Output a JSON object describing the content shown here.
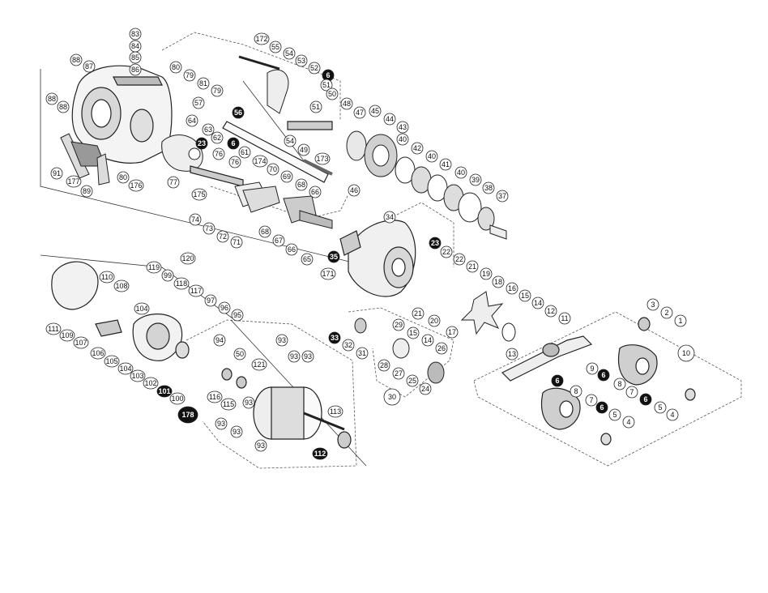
{
  "diagram": {
    "part_labels": [
      {
        "n": "172"
      },
      {
        "n": "55"
      },
      {
        "n": "54"
      },
      {
        "n": "53"
      },
      {
        "n": "52"
      },
      {
        "n": "6",
        "filled": true
      },
      {
        "n": "51"
      },
      {
        "n": "50"
      },
      {
        "n": "51"
      },
      {
        "n": "83"
      },
      {
        "n": "84"
      },
      {
        "n": "85"
      },
      {
        "n": "86"
      },
      {
        "n": "88"
      },
      {
        "n": "87"
      },
      {
        "n": "80"
      },
      {
        "n": "79"
      },
      {
        "n": "81"
      },
      {
        "n": "79"
      },
      {
        "n": "88"
      },
      {
        "n": "88"
      },
      {
        "n": "57"
      },
      {
        "n": "56",
        "filled": true
      },
      {
        "n": "64"
      },
      {
        "n": "63"
      },
      {
        "n": "62"
      },
      {
        "n": "6",
        "filled": true
      },
      {
        "n": "48"
      },
      {
        "n": "47"
      },
      {
        "n": "45"
      },
      {
        "n": "44"
      },
      {
        "n": "43"
      },
      {
        "n": "40"
      },
      {
        "n": "42"
      },
      {
        "n": "40"
      },
      {
        "n": "41"
      },
      {
        "n": "40"
      },
      {
        "n": "39"
      },
      {
        "n": "38"
      },
      {
        "n": "37"
      },
      {
        "n": "46"
      },
      {
        "n": "49"
      },
      {
        "n": "173"
      },
      {
        "n": "54"
      },
      {
        "n": "23",
        "filled": true
      },
      {
        "n": "76"
      },
      {
        "n": "61"
      },
      {
        "n": "76"
      },
      {
        "n": "174"
      },
      {
        "n": "70"
      },
      {
        "n": "69"
      },
      {
        "n": "68"
      },
      {
        "n": "66"
      },
      {
        "n": "91"
      },
      {
        "n": "177"
      },
      {
        "n": "89"
      },
      {
        "n": "80"
      },
      {
        "n": "176"
      },
      {
        "n": "77"
      },
      {
        "n": "175"
      },
      {
        "n": "74"
      },
      {
        "n": "73"
      },
      {
        "n": "72"
      },
      {
        "n": "71"
      },
      {
        "n": "68"
      },
      {
        "n": "67"
      },
      {
        "n": "66"
      },
      {
        "n": "65"
      },
      {
        "n": "34"
      },
      {
        "n": "35",
        "filled": true
      },
      {
        "n": "171"
      },
      {
        "n": "23",
        "filled": true
      },
      {
        "n": "22"
      },
      {
        "n": "22"
      },
      {
        "n": "21"
      },
      {
        "n": "19"
      },
      {
        "n": "18"
      },
      {
        "n": "16"
      },
      {
        "n": "15"
      },
      {
        "n": "14"
      },
      {
        "n": "12"
      },
      {
        "n": "11"
      },
      {
        "n": "21"
      },
      {
        "n": "20"
      },
      {
        "n": "17"
      },
      {
        "n": "13"
      },
      {
        "n": "120"
      },
      {
        "n": "119"
      },
      {
        "n": "99"
      },
      {
        "n": "118"
      },
      {
        "n": "117"
      },
      {
        "n": "110"
      },
      {
        "n": "108"
      },
      {
        "n": "97"
      },
      {
        "n": "96"
      },
      {
        "n": "95"
      },
      {
        "n": "94"
      },
      {
        "n": "111"
      },
      {
        "n": "109"
      },
      {
        "n": "107"
      },
      {
        "n": "104"
      },
      {
        "n": "106"
      },
      {
        "n": "105"
      },
      {
        "n": "104"
      },
      {
        "n": "103"
      },
      {
        "n": "102"
      },
      {
        "n": "101",
        "filled": true
      },
      {
        "n": "100"
      },
      {
        "n": "178",
        "filled": true,
        "big": true
      },
      {
        "n": "33",
        "filled": true
      },
      {
        "n": "32"
      },
      {
        "n": "31"
      },
      {
        "n": "29"
      },
      {
        "n": "15"
      },
      {
        "n": "14"
      },
      {
        "n": "26"
      },
      {
        "n": "28"
      },
      {
        "n": "27"
      },
      {
        "n": "25"
      },
      {
        "n": "24"
      },
      {
        "n": "30",
        "big": true
      },
      {
        "n": "93"
      },
      {
        "n": "93"
      },
      {
        "n": "93"
      },
      {
        "n": "50"
      },
      {
        "n": "121"
      },
      {
        "n": "116"
      },
      {
        "n": "115"
      },
      {
        "n": "93"
      },
      {
        "n": "93"
      },
      {
        "n": "93"
      },
      {
        "n": "93"
      },
      {
        "n": "113"
      },
      {
        "n": "112",
        "filled": true
      },
      {
        "n": "3"
      },
      {
        "n": "2"
      },
      {
        "n": "1"
      },
      {
        "n": "10",
        "big": true
      },
      {
        "n": "9"
      },
      {
        "n": "6",
        "filled": true
      },
      {
        "n": "8"
      },
      {
        "n": "7"
      },
      {
        "n": "6",
        "filled": true
      },
      {
        "n": "5"
      },
      {
        "n": "4"
      },
      {
        "n": "6",
        "filled": true
      },
      {
        "n": "8"
      },
      {
        "n": "7"
      },
      {
        "n": "6",
        "filled": true
      },
      {
        "n": "5"
      },
      {
        "n": "4"
      }
    ]
  }
}
